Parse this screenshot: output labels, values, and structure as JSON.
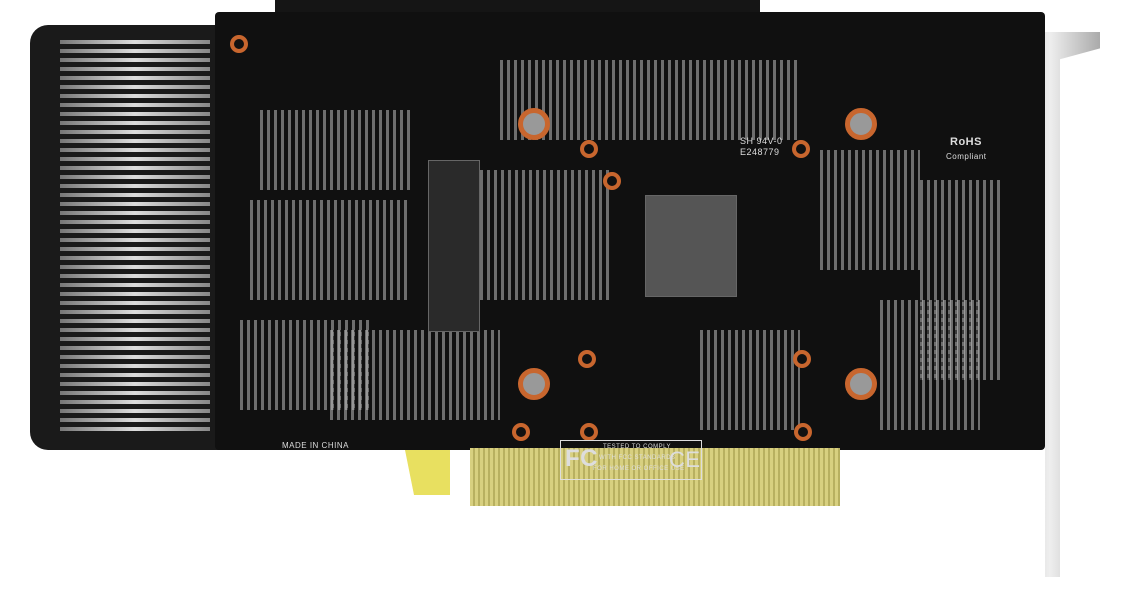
{
  "pcb_labels": {
    "origin": "MADE IN CHINA",
    "fcc_logo": "FC",
    "fcc_line1": "TESTED TO COMPLY",
    "fcc_line2": "WITH FCC STANDARDS",
    "fcc_line3": "FOR HOME OR OFFICE USE",
    "ce_mark": "CE",
    "ul_rating": "SH 94V-0",
    "ul_file": "E248779",
    "rohs_title": "RoHS",
    "rohs_sub": "Compliant"
  },
  "colors": {
    "pcb": "#101010",
    "screw_ring": "#c8662e",
    "gold_fingers": "#d8d080",
    "bracket": "#cccccc"
  }
}
